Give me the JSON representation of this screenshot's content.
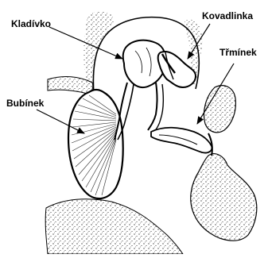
{
  "labels": {
    "hammer": "Kladívko",
    "anvil": "Kovadlinka",
    "stirrup": "Třmínek",
    "eardrum": "Bubínek"
  },
  "colors": {
    "ink": "#000000",
    "paper": "#ffffff"
  }
}
